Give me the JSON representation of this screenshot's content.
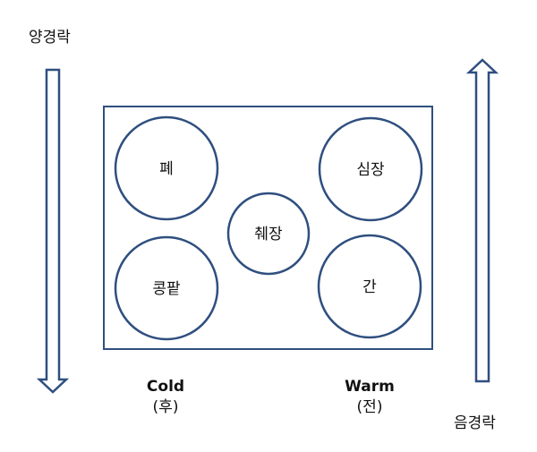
{
  "meridians": {
    "yang": "양경락",
    "yin": "음경락"
  },
  "organs": {
    "lung": "폐",
    "heart": "심장",
    "spleen": "췌장",
    "kidney": "콩팥",
    "liver": "간"
  },
  "sides": {
    "cold_title": "Cold",
    "cold_sub": "(후)",
    "warm_title": "Warm",
    "warm_sub": "(전)"
  },
  "colors": {
    "stroke": "#2f4f7f",
    "text": "#111111",
    "background": "#ffffff"
  }
}
